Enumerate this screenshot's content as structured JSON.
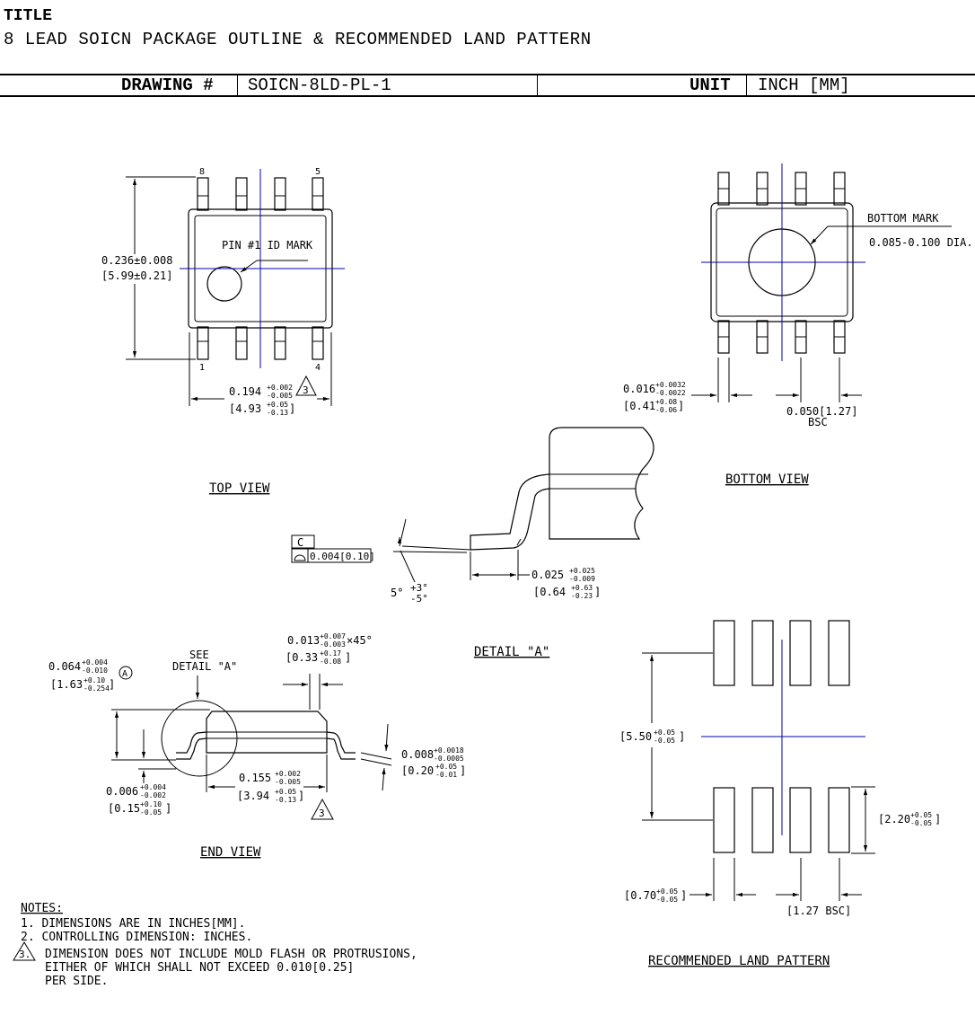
{
  "header": {
    "title_label": "TITLE",
    "title_text": "8 LEAD SOICN PACKAGE OUTLINE & RECOMMENDED LAND PATTERN",
    "drawing_label": "DRAWING #",
    "drawing_value": "SOICN-8LD-PL-1",
    "unit_label": "UNIT",
    "unit_value": "INCH [MM]"
  },
  "top_view": {
    "pin8": "8",
    "pin5": "5",
    "pin1": "1",
    "pin4": "4",
    "pin_id_mark": "PIN #1 ID MARK",
    "height_in": "0.236±0.008",
    "height_mm": "[5.99±0.21]",
    "width_in": "0.194",
    "width_in_tol_plus": "+0.002",
    "width_in_tol_minus": "-0.005",
    "width_mm": "[4.93",
    "width_mm_tol_plus": "+0.05",
    "width_mm_tol_minus": "-0.13",
    "width_mm_close": "]",
    "note_ref": "3",
    "caption": "TOP VIEW"
  },
  "bottom_view": {
    "mark_label": "BOTTOM MARK",
    "mark_dia": "0.085-0.100 DIA.",
    "lead_w_in": "0.016",
    "lead_w_in_plus": "+0.0032",
    "lead_w_in_minus": "-0.0022",
    "lead_w_mm": "[0.41",
    "lead_w_mm_plus": "+0.08",
    "lead_w_mm_minus": "-0.06",
    "lead_w_mm_close": "]",
    "pitch": "0.050[1.27]",
    "pitch_bsc": "BSC",
    "caption": "BOTTOM VIEW"
  },
  "detail_a": {
    "datum": "C",
    "flatness": "0.004[0.10]",
    "angle": "5°",
    "angle_plus": "+3°",
    "angle_minus": "-5°",
    "foot_in": "0.025",
    "foot_in_plus": "+0.025",
    "foot_in_minus": "-0.009",
    "foot_mm": "[0.64",
    "foot_mm_plus": "+0.63",
    "foot_mm_minus": "-0.23",
    "foot_mm_close": "]",
    "caption": "DETAIL \"A\""
  },
  "end_view": {
    "chamfer_in": "0.013",
    "chamfer_in_plus": "+0.007",
    "chamfer_in_minus": "-0.003",
    "chamfer_angle": "×45°",
    "chamfer_mm": "[0.33",
    "chamfer_mm_plus": "+0.17",
    "chamfer_mm_minus": "-0.08",
    "chamfer_mm_close": "]",
    "see_detail_1": "SEE",
    "see_detail_2": "DETAIL \"A\"",
    "height_in": "0.064",
    "height_in_plus": "+0.004",
    "height_in_minus": "-0.010",
    "height_mm": "[1.63",
    "height_mm_plus": "+0.10",
    "height_mm_minus": "-0.254",
    "height_mm_close": "]",
    "height_ref": "A",
    "standoff_in": "0.006",
    "standoff_in_plus": "+0.004",
    "standoff_in_minus": "-0.002",
    "standoff_mm": "[0.15",
    "standoff_mm_plus": "+0.10",
    "standoff_mm_minus": "-0.05",
    "standoff_mm_close": "]",
    "body_w_in": "0.155",
    "body_w_in_plus": "+0.002",
    "body_w_in_minus": "-0.005",
    "body_w_mm": "[3.94",
    "body_w_mm_plus": "+0.05",
    "body_w_mm_minus": "-0.13",
    "body_w_mm_close": "]",
    "body_w_ref": "3",
    "lead_t_in": "0.008",
    "lead_t_in_plus": "+0.0018",
    "lead_t_in_minus": "-0.0005",
    "lead_t_mm": "[0.20",
    "lead_t_mm_plus": "+0.05",
    "lead_t_mm_minus": "-0.01",
    "lead_t_mm_close": "]",
    "caption": "END VIEW"
  },
  "land_pattern": {
    "span": "[5.50",
    "span_plus": "+0.05",
    "span_minus": "-0.05",
    "span_close": "]",
    "pad_len": "[2.20",
    "pad_len_plus": "+0.05",
    "pad_len_minus": "-0.05",
    "pad_len_close": "]",
    "pad_w": "[0.70",
    "pad_w_plus": "+0.05",
    "pad_w_minus": "-0.05",
    "pad_w_close": "]",
    "pitch": "[1.27 BSC]",
    "caption": "RECOMMENDED LAND PATTERN"
  },
  "notes": {
    "heading": "NOTES:",
    "n1": "1.  DIMENSIONS ARE IN INCHES[MM].",
    "n2": "2.  CONTROLLING DIMENSION: INCHES.",
    "n3_num": "3.",
    "n3_a": "DIMENSION DOES NOT INCLUDE MOLD FLASH OR PROTRUSIONS,",
    "n3_b": "EITHER OF WHICH SHALL NOT EXCEED 0.010[0.25]",
    "n3_c": "PER SIDE."
  }
}
